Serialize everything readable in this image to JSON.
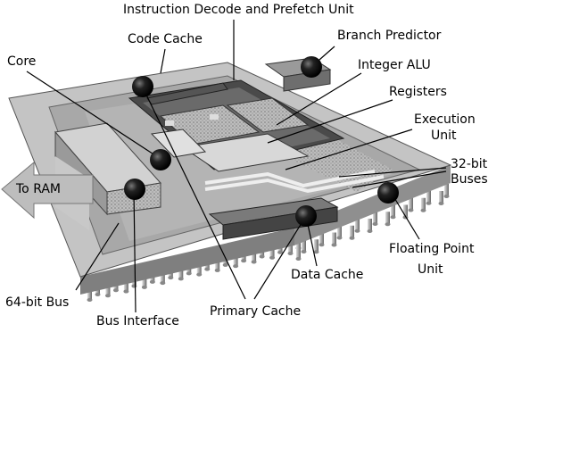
{
  "labels": {
    "instruction_decode": "Instruction Decode and Prefetch Unit",
    "code_cache": "Code Cache",
    "branch_predictor": "Branch Predictor",
    "core": "Core",
    "integer_alu": "Integer ALU",
    "registers": "Registers",
    "execution_unit_line1": "Execution",
    "execution_unit_line2": "Unit",
    "to_ram": "To RAM",
    "buses_line1": "32-bit",
    "buses_line2": "Buses",
    "floating_point_line1": "Floating Point",
    "floating_point_line2": "Unit",
    "data_cache": "Data Cache",
    "bus_64": "64-bit Bus",
    "bus_interface": "Bus Interface",
    "primary_cache": "Primary Cache"
  },
  "colors": {
    "background": "#ffffff",
    "chip_top": "#b9b9b9",
    "chip_side": "#8a8a8a",
    "dark_block": "#555555",
    "marker": "#111111"
  }
}
